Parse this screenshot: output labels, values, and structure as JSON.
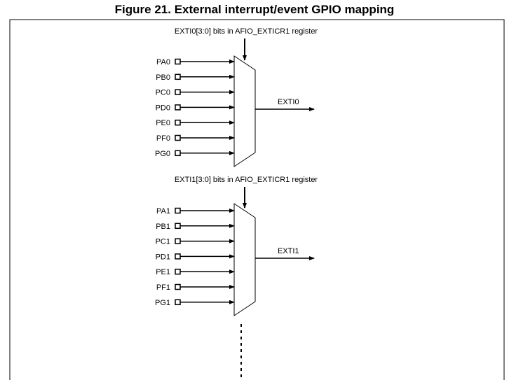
{
  "figure": {
    "title": "Figure 21. External interrupt/event GPIO mapping"
  },
  "muxes": [
    {
      "register_label": "EXTI0[3:0] bits in AFIO_EXTICR1 register",
      "output_label": "EXTI0",
      "inputs": [
        "PA0",
        "PB0",
        "PC0",
        "PD0",
        "PE0",
        "PF0",
        "PG0"
      ]
    },
    {
      "register_label": "EXTI1[3:0] bits in AFIO_EXTICR1 register",
      "output_label": "EXTI1",
      "inputs": [
        "PA1",
        "PB1",
        "PC1",
        "PD1",
        "PE1",
        "PF1",
        "PG1"
      ]
    }
  ]
}
